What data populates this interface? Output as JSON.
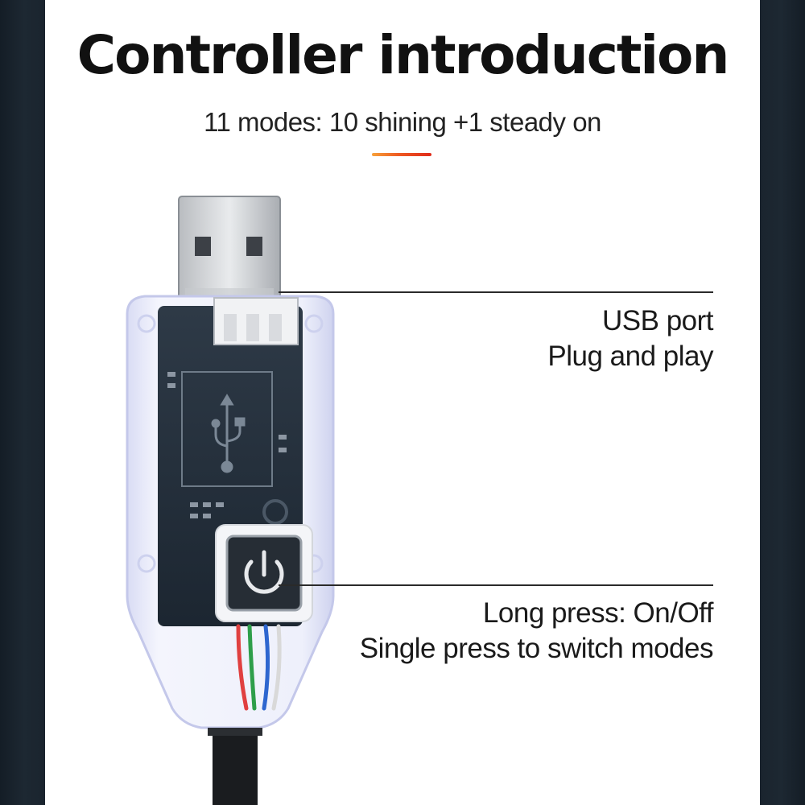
{
  "title": "Controller introduction",
  "subtitle": "11 modes: 10 shining +1 steady on",
  "accent_color": "#ee5a22",
  "callouts": [
    {
      "lines": [
        "USB port",
        "Plug and play"
      ]
    },
    {
      "lines": [
        "Long press: On/Off",
        "Single press to switch modes"
      ]
    }
  ],
  "icons": {
    "usb_symbol": "usb-icon",
    "power_symbol": "power-icon"
  }
}
